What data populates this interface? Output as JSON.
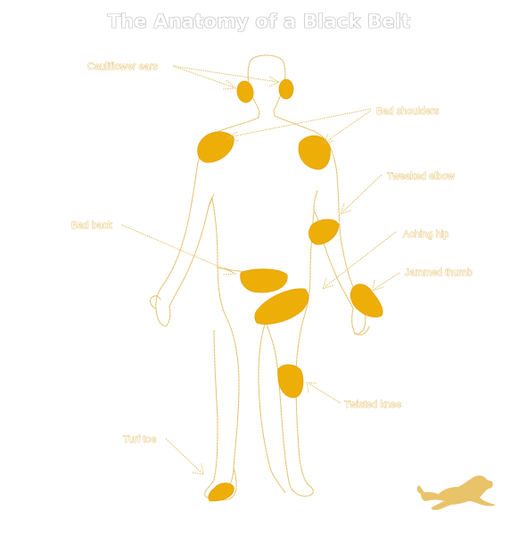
{
  "title": "The Anatomy of a Black Belt",
  "labels": {
    "cauliflower_ears": "Cauliflower ears",
    "bad_shoulders": "Bad shoulders",
    "tweaked_elbow": "Tweaked elbow",
    "bad_back": "Bad back",
    "aching_hip": "Aching hip",
    "jammed_thumb": "Jammed thumb",
    "twisted_knee": "Twisted knee",
    "turf_toe": "Turf toe"
  },
  "icons": {
    "logo": "leaping-cat-logo"
  },
  "colors": {
    "injury_fill": "#eeae08",
    "outline": "#e4c270",
    "label_stroke": "#dfb24a",
    "background": "#ffffff"
  }
}
